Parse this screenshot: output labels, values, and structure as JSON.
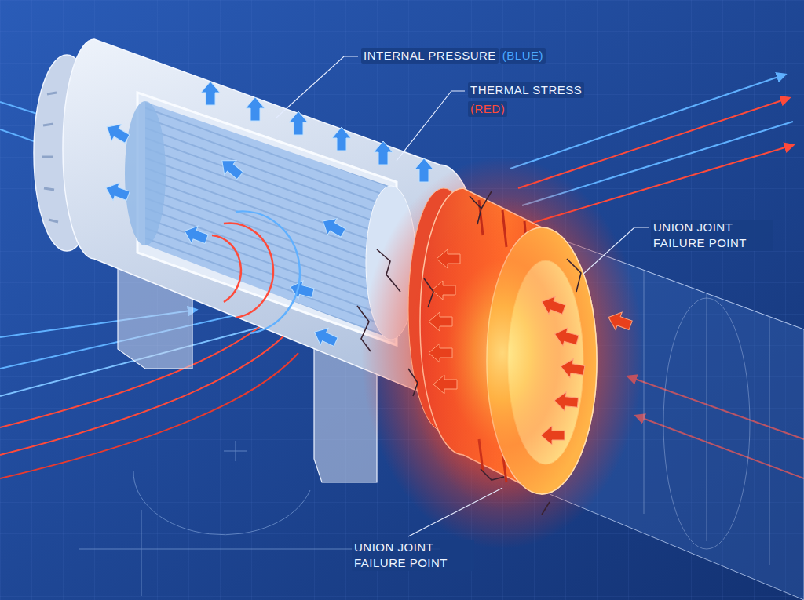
{
  "diagram": {
    "labels": [
      "INTERNAL PRESSURE",
      "(BLUE)",
      "THERMAL STRESS",
      "(RED)",
      "UNION JOINT FAILURE POINT",
      "UNION JOINT FAILURE POINT"
    ]
  }
}
